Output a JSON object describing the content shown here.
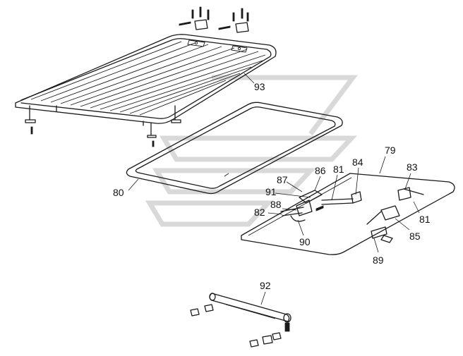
{
  "diagram": {
    "callouts": {
      "c93": "93",
      "c80": "80",
      "c79": "79",
      "c83": "83",
      "c84": "84",
      "c81a": "81",
      "c86": "86",
      "c87": "87",
      "c91": "91",
      "c88": "88",
      "c82": "82",
      "c90": "90",
      "c81b": "81",
      "c85": "85",
      "c89": "89",
      "c92": "92"
    }
  },
  "colors": {
    "line": "#1a1a1a",
    "watermark": "#d9d9d9",
    "background": "#ffffff"
  }
}
